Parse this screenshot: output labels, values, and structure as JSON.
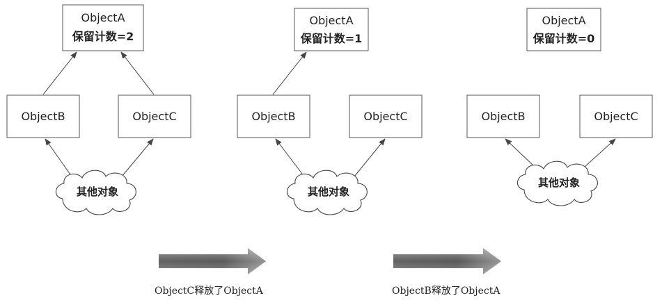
{
  "stages": [
    {
      "object_a": {
        "title": "ObjectA",
        "count_label": "保留计数=2"
      },
      "object_b": {
        "title": "ObjectB"
      },
      "object_c": {
        "title": "ObjectC"
      },
      "cloud": {
        "label": "其他对象"
      }
    },
    {
      "object_a": {
        "title": "ObjectA",
        "count_label": "保留计数=1"
      },
      "object_b": {
        "title": "ObjectB"
      },
      "object_c": {
        "title": "ObjectC"
      },
      "cloud": {
        "label": "其他对象"
      }
    },
    {
      "object_a": {
        "title": "ObjectA",
        "count_label": "保留计数=0"
      },
      "object_b": {
        "title": "ObjectB"
      },
      "object_c": {
        "title": "ObjectC"
      },
      "cloud": {
        "label": "其他对象"
      }
    }
  ],
  "transitions": [
    {
      "caption": "ObjectC释放了ObjectA"
    },
    {
      "caption": "ObjectB释放了ObjectA"
    }
  ],
  "colors": {
    "arrow_dark": "#555555",
    "arrow_light": "#d4d4d4",
    "line": "#444444"
  }
}
